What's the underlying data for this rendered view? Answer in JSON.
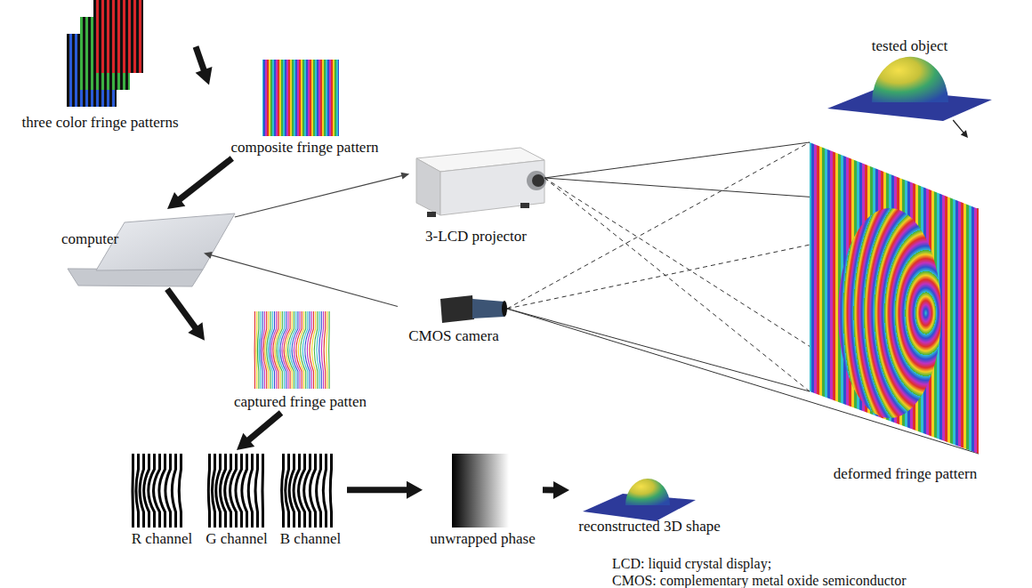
{
  "diagram": {
    "nodes": [
      {
        "text": [
          "three color fringe patterns"
        ]
      },
      {
        "text": [
          "composite fringe pattern"
        ]
      },
      {
        "text": [
          "computer"
        ]
      },
      {
        "text": [
          "3-LCD projector"
        ]
      },
      {
        "text": [
          "CMOS camera"
        ]
      },
      {
        "text": [
          "captured fringe patten"
        ]
      },
      {
        "text": [
          "R channel"
        ]
      },
      {
        "text": [
          "G channel"
        ]
      },
      {
        "text": [
          "B channel"
        ]
      },
      {
        "text": [
          "unwrapped phase"
        ]
      },
      {
        "text": [
          "reconstructed 3D shape"
        ]
      },
      {
        "text": [
          "tested object"
        ]
      },
      {
        "text": [
          "deformed fringe pattern"
        ]
      }
    ],
    "edges": [
      {
        "from": 0,
        "to": 1,
        "arrow": "to"
      },
      {
        "from": 1,
        "to": 2,
        "arrow": "to"
      },
      {
        "from": 2,
        "to": 3,
        "arrow": "to"
      },
      {
        "from": 4,
        "to": 2,
        "arrow": "to"
      },
      {
        "from": 2,
        "to": 5,
        "arrow": "to"
      },
      {
        "from": 5,
        "to": 7,
        "arrow": "to"
      },
      {
        "from": 8,
        "to": 9,
        "arrow": "to"
      },
      {
        "from": 9,
        "to": 10,
        "arrow": "to"
      },
      {
        "from": 11,
        "to": 12,
        "arrow": "to"
      }
    ],
    "labels": [
      "LCD: liquid crystal display;",
      "CMOS: complementary metal oxide semiconductor"
    ]
  }
}
